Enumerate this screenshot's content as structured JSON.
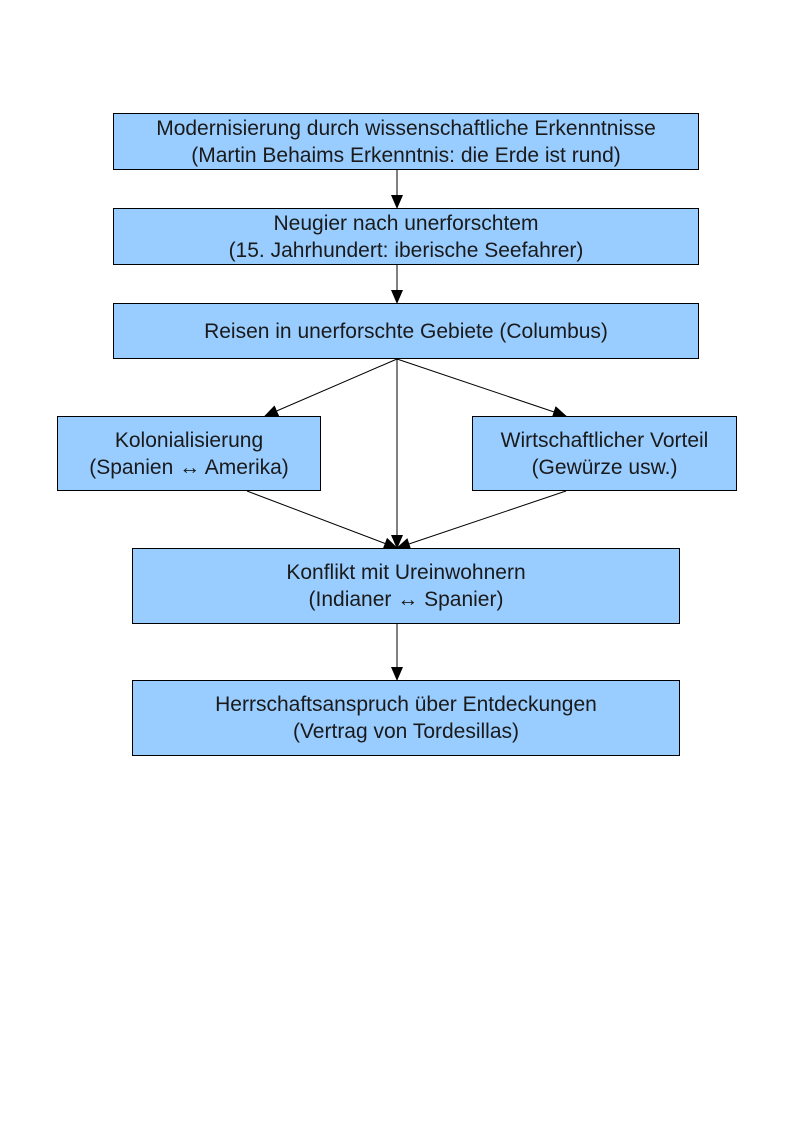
{
  "diagram": {
    "nodes": [
      {
        "id": "n1",
        "line1": "Modernisierung durch wissenschaftliche Erkenntnisse",
        "line2": "(Martin Behaims Erkenntnis: die Erde ist rund)"
      },
      {
        "id": "n2",
        "line1": "Neugier nach unerforschtem",
        "line2": "(15. Jahrhundert: iberische Seefahrer)"
      },
      {
        "id": "n3",
        "line1": "Reisen in unerforschte Gebiete (Columbus)",
        "line2": ""
      },
      {
        "id": "n4",
        "line1": "Kolonialisierung",
        "line2": "(Spanien ↔ Amerika)"
      },
      {
        "id": "n5",
        "line1": "Wirtschaftlicher Vorteil",
        "line2": "(Gewürze usw.)"
      },
      {
        "id": "n6",
        "line1": "Konflikt mit Ureinwohnern",
        "line2": "(Indianer ↔ Spanier)"
      },
      {
        "id": "n7",
        "line1": "Herrschaftsanspruch über Entdeckungen",
        "line2": "(Vertrag von Tordesillas)"
      }
    ],
    "edges": [
      {
        "from": "n1",
        "to": "n2"
      },
      {
        "from": "n2",
        "to": "n3"
      },
      {
        "from": "n3",
        "to": "n4"
      },
      {
        "from": "n3",
        "to": "n6"
      },
      {
        "from": "n3",
        "to": "n5"
      },
      {
        "from": "n4",
        "to": "n6"
      },
      {
        "from": "n5",
        "to": "n6"
      },
      {
        "from": "n6",
        "to": "n7"
      }
    ],
    "colors": {
      "box_fill": "#99ccff",
      "box_border": "#000000",
      "arrow": "#000000",
      "text": "#1a1a1a"
    }
  }
}
